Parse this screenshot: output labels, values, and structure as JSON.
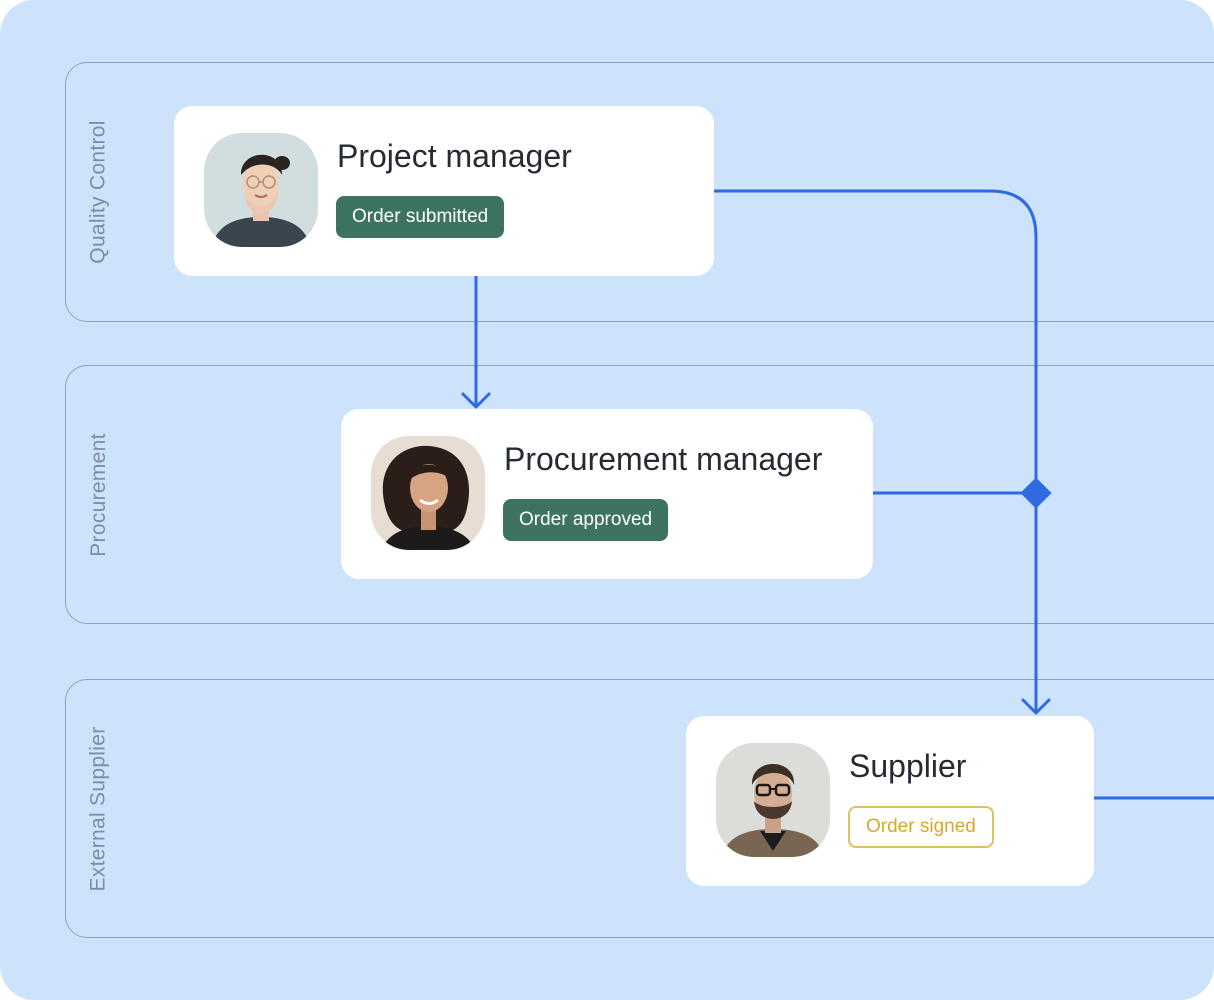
{
  "colors": {
    "background": "#cde2fb",
    "lane_border": "#8fa3ba",
    "connector": "#2f6ae3",
    "badge_green": "#3d7361",
    "badge_outline": "#e0bf63"
  },
  "lanes": [
    {
      "label": "Quality Control"
    },
    {
      "label": "Procurement"
    },
    {
      "label": "External Supplier"
    }
  ],
  "cards": [
    {
      "role": "Project manager",
      "status": "Order submitted",
      "status_style": "solid",
      "avatar": "person-avatar-woman-glasses"
    },
    {
      "role": "Procurement manager",
      "status": "Order approved",
      "status_style": "solid",
      "avatar": "person-avatar-woman-curly-hair"
    },
    {
      "role": "Supplier",
      "status": "Order signed",
      "status_style": "outline",
      "avatar": "person-avatar-man-glasses-beard"
    }
  ],
  "connectors": [
    {
      "from": "Project manager",
      "to": "Procurement manager",
      "type": "arrow"
    },
    {
      "from": "Project manager",
      "to": "Supplier",
      "type": "arrow"
    },
    {
      "from": "Procurement manager",
      "to": "Supplier",
      "type": "merge",
      "marker": "diamond"
    },
    {
      "from": "Supplier",
      "to": "off-page",
      "type": "line"
    }
  ]
}
